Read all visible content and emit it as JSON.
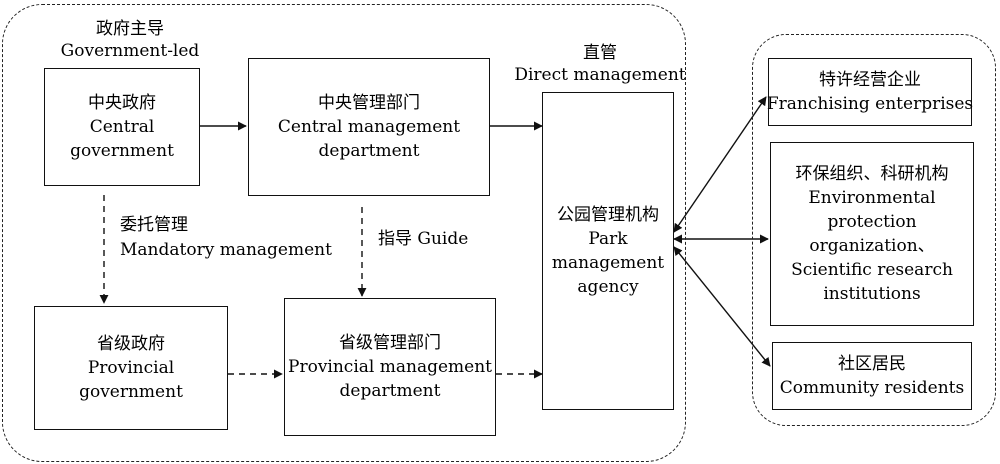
{
  "regions": {
    "government_led": {
      "label_cn": "政府主导",
      "label_en": "Government-led"
    },
    "stakeholders": {}
  },
  "boxes": {
    "central_government": {
      "cn": "中央政府",
      "en_line1": "Central",
      "en_line2": "government"
    },
    "central_dept": {
      "cn": "中央管理部门",
      "en_line1": "Central management",
      "en_line2": "department"
    },
    "provincial_government": {
      "cn": "省级政府",
      "en_line1": "Provincial",
      "en_line2": "government"
    },
    "provincial_dept": {
      "cn": "省级管理部门",
      "en_line1": "Provincial management",
      "en_line2": "department"
    },
    "park_agency": {
      "cn": "公园管理机构",
      "en_line1": "Park",
      "en_line2": "management",
      "en_line3": "agency"
    },
    "franchising": {
      "cn": "特许经营企业",
      "en_line1": "Franchising enterprises"
    },
    "environmental": {
      "cn": "环保组织、科研机构",
      "en_line1": "Environmental",
      "en_line2": "protection",
      "en_line3": "organization、",
      "en_line4": "Scientific research",
      "en_line5": "institutions"
    },
    "community": {
      "cn": "社区居民",
      "en_line1": "Community residents"
    }
  },
  "edge_labels": {
    "direct_management": {
      "cn": "直管",
      "en": "Direct management"
    },
    "mandatory_management": {
      "cn": "委托管理",
      "en": "Mandatory management"
    },
    "guide": {
      "text": "指导 Guide"
    }
  }
}
